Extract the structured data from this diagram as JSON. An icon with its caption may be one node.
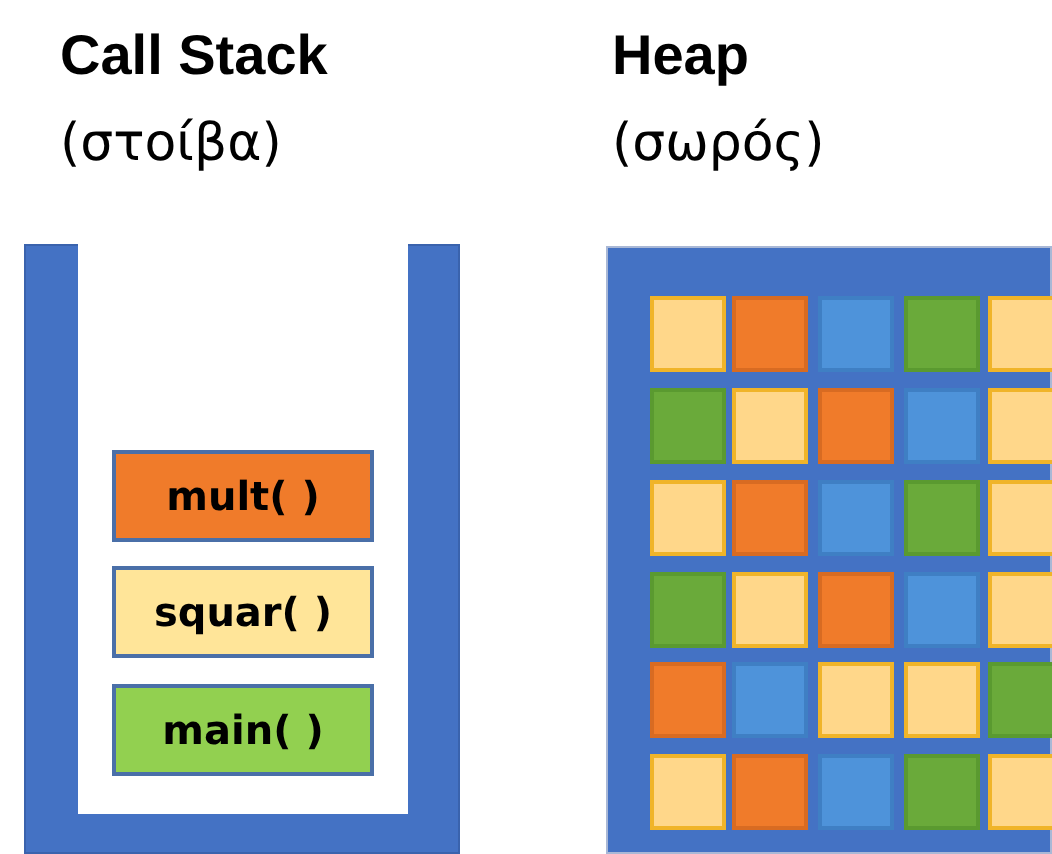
{
  "diagram": {
    "nodes": [
      {
        "text": [
          "Call Stack",
          "(στοίβα)"
        ]
      },
      {
        "text": [
          "mult( )"
        ],
        "in": 0
      },
      {
        "text": [
          "squar( )"
        ],
        "in": 0
      },
      {
        "text": [
          "main( )"
        ],
        "in": 0
      },
      {
        "text": [
          "Heap",
          "(σωρός)"
        ]
      },
      {
        "text": [],
        "shape": "box",
        "in": 4
      },
      {
        "text": [],
        "shape": "box",
        "in": 4
      },
      {
        "text": [],
        "shape": "box",
        "in": 4
      },
      {
        "text": [],
        "shape": "box",
        "in": 4
      },
      {
        "text": [],
        "shape": "box",
        "in": 4
      },
      {
        "text": [],
        "shape": "box",
        "in": 4
      },
      {
        "text": [],
        "shape": "box",
        "in": 4
      },
      {
        "text": [],
        "shape": "box",
        "in": 4
      },
      {
        "text": [],
        "shape": "box",
        "in": 4
      },
      {
        "text": [],
        "shape": "box",
        "in": 4
      },
      {
        "text": [],
        "shape": "box",
        "in": 4
      },
      {
        "text": [],
        "shape": "box",
        "in": 4
      },
      {
        "text": [],
        "shape": "box",
        "in": 4
      },
      {
        "text": [],
        "shape": "box",
        "in": 4
      },
      {
        "text": [],
        "shape": "box",
        "in": 4
      },
      {
        "text": [],
        "shape": "box",
        "in": 4
      },
      {
        "text": [],
        "shape": "box",
        "in": 4
      },
      {
        "text": [],
        "shape": "box",
        "in": 4
      },
      {
        "text": [],
        "shape": "box",
        "in": 4
      },
      {
        "text": [],
        "shape": "box",
        "in": 4
      },
      {
        "text": [],
        "shape": "box",
        "in": 4
      },
      {
        "text": [],
        "shape": "box",
        "in": 4
      },
      {
        "text": [],
        "shape": "box",
        "in": 4
      },
      {
        "text": [],
        "shape": "box",
        "in": 4
      },
      {
        "text": [],
        "shape": "box",
        "in": 4
      },
      {
        "text": [],
        "shape": "box",
        "in": 4
      },
      {
        "text": [],
        "shape": "box",
        "in": 4
      },
      {
        "text": [],
        "shape": "box",
        "in": 4
      },
      {
        "text": [],
        "shape": "box",
        "in": 4
      },
      {
        "text": [],
        "shape": "box",
        "in": 4
      }
    ]
  }
}
